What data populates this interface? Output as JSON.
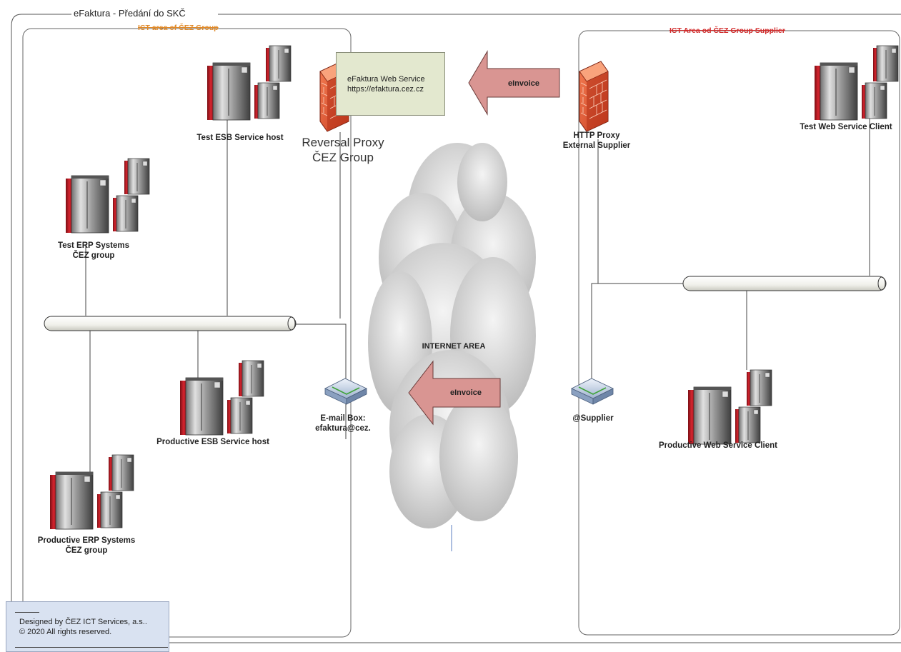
{
  "title": "eFaktura - Předání do SKČ",
  "zones": {
    "left": {
      "label": "ICT area of ČEZ Group",
      "color": "#e08a2a"
    },
    "right": {
      "label": "ICT Area od ČEZ Group Supplier",
      "color": "#d22b2b"
    }
  },
  "callout": {
    "line1": "eFaktura Web Service",
    "line2": "https://efaktura.cez.cz"
  },
  "arrows": {
    "top": "eInvoice",
    "middle": "eInvoice"
  },
  "nodes": {
    "test_esb": "Test ESB Service host",
    "reversal_proxy_1": "Reversal Proxy",
    "reversal_proxy_2": "ČEZ Group",
    "http_proxy_1": "HTTP Proxy",
    "http_proxy_2": "External Supplier",
    "test_ws_client": "Test Web Service Client",
    "test_erp_1": "Test ERP Systems",
    "test_erp_2": "ČEZ group",
    "internet": "INTERNET AREA",
    "email_box_1": "E-mail Box:",
    "email_box_2": "efaktura@cez.",
    "supplier": "@Supplier",
    "prod_esb": "Productive ESB Service host",
    "prod_ws_client": "Productive Web Service Client",
    "prod_erp_1": "Productive ERP Systems",
    "prod_erp_2": "ČEZ group"
  },
  "footer": {
    "line1": "Designed by ČEZ ICT Services,  a.s..",
    "line2": "© 2020  All rights reserved."
  },
  "colors": {
    "server_red": "#c8212b",
    "firewall": "#e0583a",
    "arrow_fill": "#d99592",
    "callout_fill": "#e3e8cf",
    "cloud": "#cfcfcf",
    "footer_fill": "#d9e2f1"
  }
}
